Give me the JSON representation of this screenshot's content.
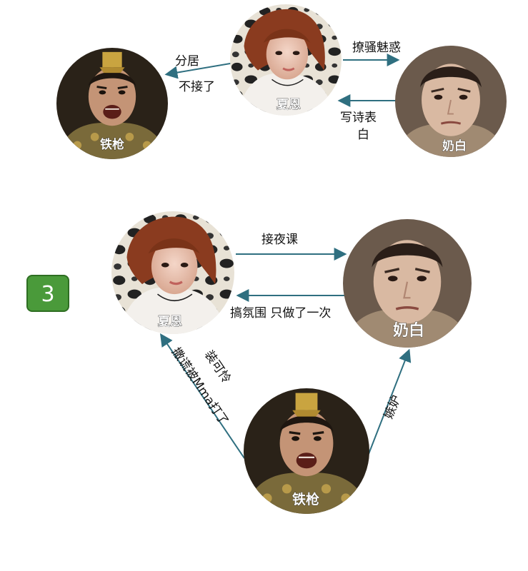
{
  "colors": {
    "arrow": "#2f6f80",
    "badge_fill": "#4a9a3a",
    "badge_border": "#2e6e22"
  },
  "characters": {
    "xiaen": "夏恩",
    "naibai": "奶白",
    "tieqiang": "铁枪"
  },
  "diagram1": {
    "label_fenju": "分居",
    "label_bujiele": "不接了",
    "label_liaosao": "撩骚魅惑",
    "label_xieshi_1": "写诗表",
    "label_xieshi_2": "白"
  },
  "section_badge": "3",
  "diagram2": {
    "label_jieyeke": "接夜课",
    "label_gaofenwei": "搞氛围 只做了一次",
    "label_jidu": "嫉妒",
    "label_zhuangkelian": "装可怜",
    "label_sahuang": "撒谎被Mma打了"
  }
}
